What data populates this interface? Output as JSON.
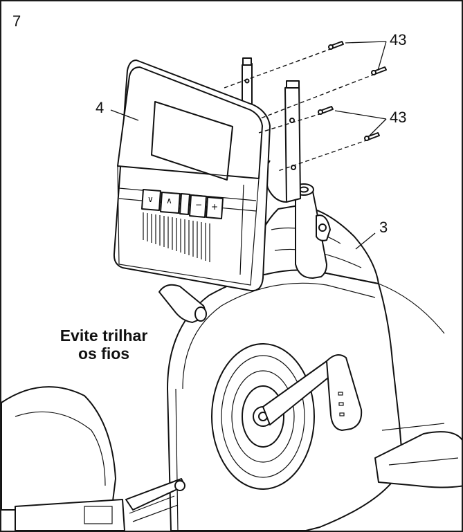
{
  "step_number": "7",
  "callouts": {
    "console": "4",
    "screws_top": "43",
    "screws_bottom": "43",
    "frame": "3"
  },
  "warning": {
    "line1": "Evite trilhar",
    "line2": "os fios"
  }
}
